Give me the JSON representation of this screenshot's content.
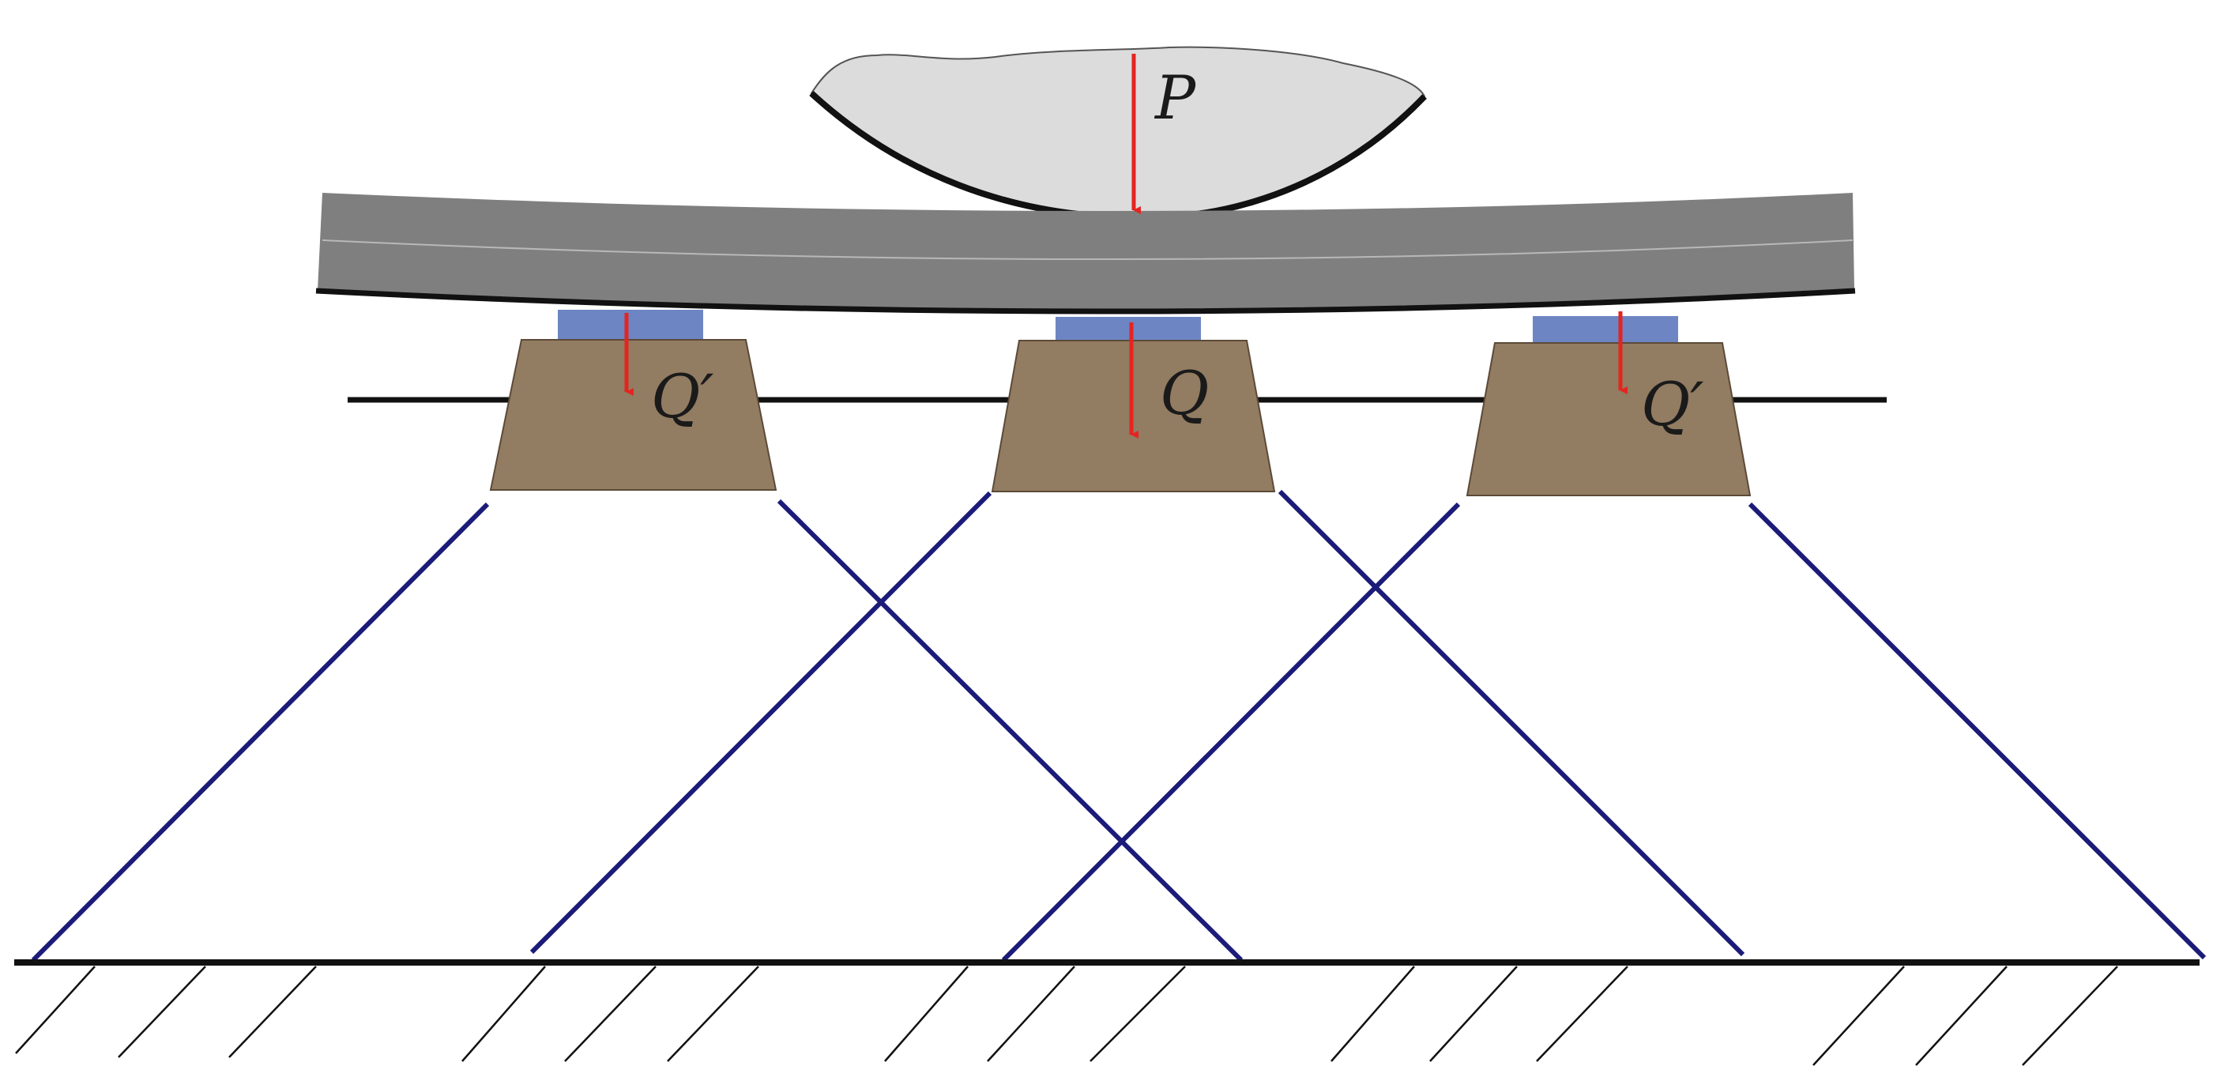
{
  "diagram": {
    "labels": {
      "load": "P",
      "center_reaction": "Q",
      "left_reaction": "Q′",
      "right_reaction": "Q′"
    },
    "colors": {
      "wheel_fill": "#dcdcdc",
      "rail": "#7f7f7f",
      "pad": "#6d85c3",
      "sleeper": "#927c62",
      "force_arrow": "#e52420",
      "spread_line": "#1b1b79",
      "outline": "#111111"
    }
  }
}
